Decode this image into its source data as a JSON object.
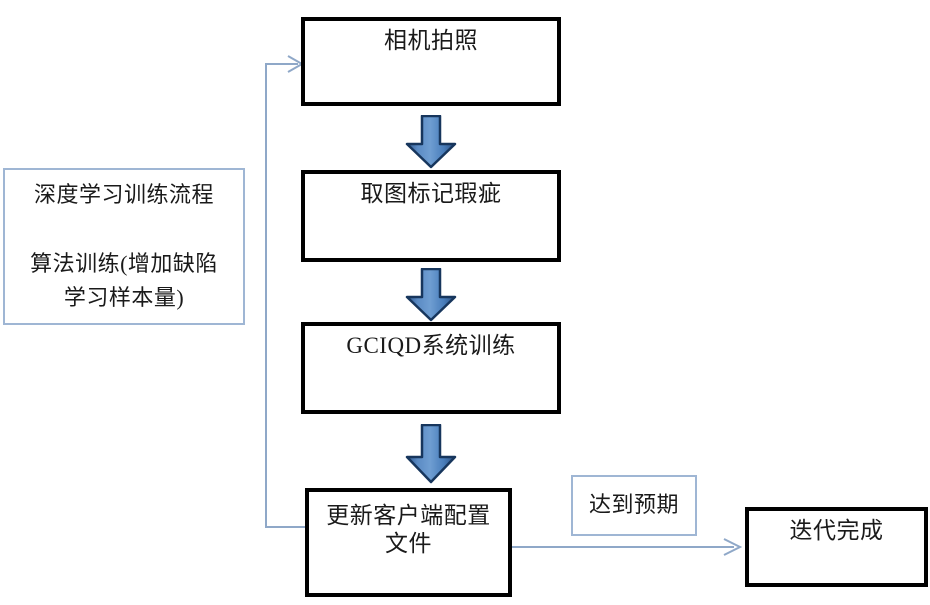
{
  "diagram": {
    "title": "深度学习训练流程",
    "nodes": {
      "training_note": {
        "heading": "深度学习训练流程",
        "body": "算法训练(增加缺陷\n学习样本量)",
        "text": "深度学习训练流程\n\n算法训练(增加缺陷\n学习样本量)"
      },
      "camera_capture": {
        "label": "相机拍照"
      },
      "mark_defects": {
        "label": "取图标记瑕疵"
      },
      "system_training": {
        "label": "GCIQD系统训练"
      },
      "update_config": {
        "label": "更新客户端配置\n文件"
      },
      "expectation_met": {
        "label": "达到预期"
      },
      "iteration_done": {
        "label": "迭代完成"
      }
    },
    "connectors": {
      "arrow_1": {
        "name": "camera-to-mark-arrow",
        "direction": "down"
      },
      "arrow_2": {
        "name": "mark-to-training-arrow",
        "direction": "down"
      },
      "arrow_3": {
        "name": "training-to-update-arrow",
        "direction": "down"
      },
      "feedback_loop": {
        "name": "update-to-camera-feedback",
        "direction": "up-right"
      },
      "to_done": {
        "name": "update-to-done-arrow",
        "direction": "right"
      }
    },
    "colors": {
      "node_border": "#000000",
      "note_border": "#9fb6d4",
      "arrow_fill": "#4a7ebb",
      "arrow_stroke": "#1f3864",
      "connector_line": "#8fa8c8",
      "text": "#1a1a1a",
      "background": "#ffffff"
    }
  }
}
